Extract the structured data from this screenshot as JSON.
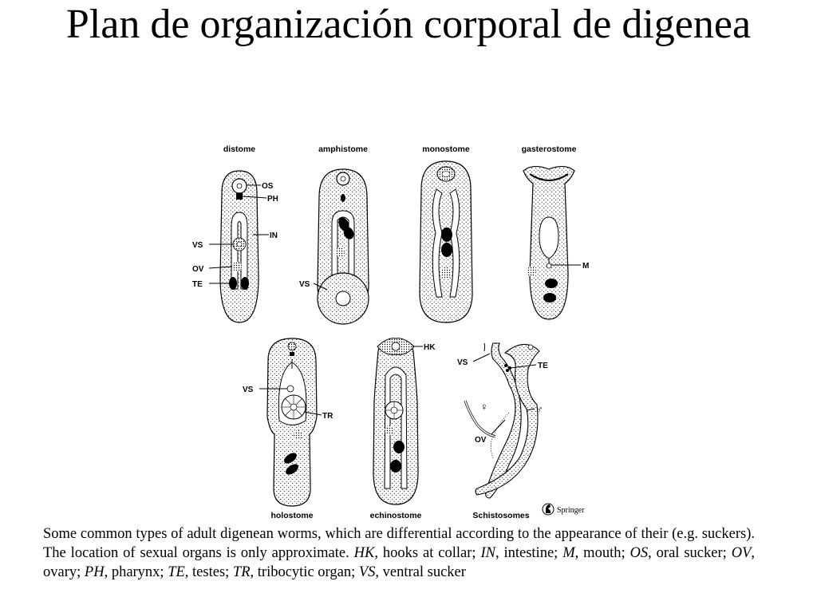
{
  "title": "Plan de organización corporal de digenea",
  "figure": {
    "types": {
      "distome": "distome",
      "amphistome": "amphistome",
      "monostome": "monostome",
      "gasterostome": "gasterostome",
      "holostome": "holostome",
      "echinostome": "echinostome",
      "schistosomes": "Schistosomes"
    },
    "labels": {
      "os": "OS",
      "ph": "PH",
      "in": "IN",
      "vs": "VS",
      "ov": "OV",
      "te": "TE",
      "m": "M",
      "tr": "TR",
      "hk": "HK",
      "female": "♀",
      "male": "♂"
    },
    "publisher": "Springer"
  },
  "caption": {
    "intro": "Some common types of adult digenean worms, which are differential according to the appearance of their (e.g. suckers). The location of sexual organs is only approximate. ",
    "terms": [
      {
        "abbr": "HK",
        "text": ", hooks at collar; "
      },
      {
        "abbr": "IN",
        "text": ", intestine; "
      },
      {
        "abbr": "M",
        "text": ", mouth; "
      },
      {
        "abbr": "OS",
        "text": ", oral sucker; "
      },
      {
        "abbr": "OV",
        "text": ", ovary; "
      },
      {
        "abbr": "PH",
        "text": ", pharynx; "
      },
      {
        "abbr": "TE",
        "text": ", testes; "
      },
      {
        "abbr": "TR",
        "text": ", tribocytic organ; "
      },
      {
        "abbr": "VS",
        "text": ", ventral sucker"
      }
    ]
  }
}
